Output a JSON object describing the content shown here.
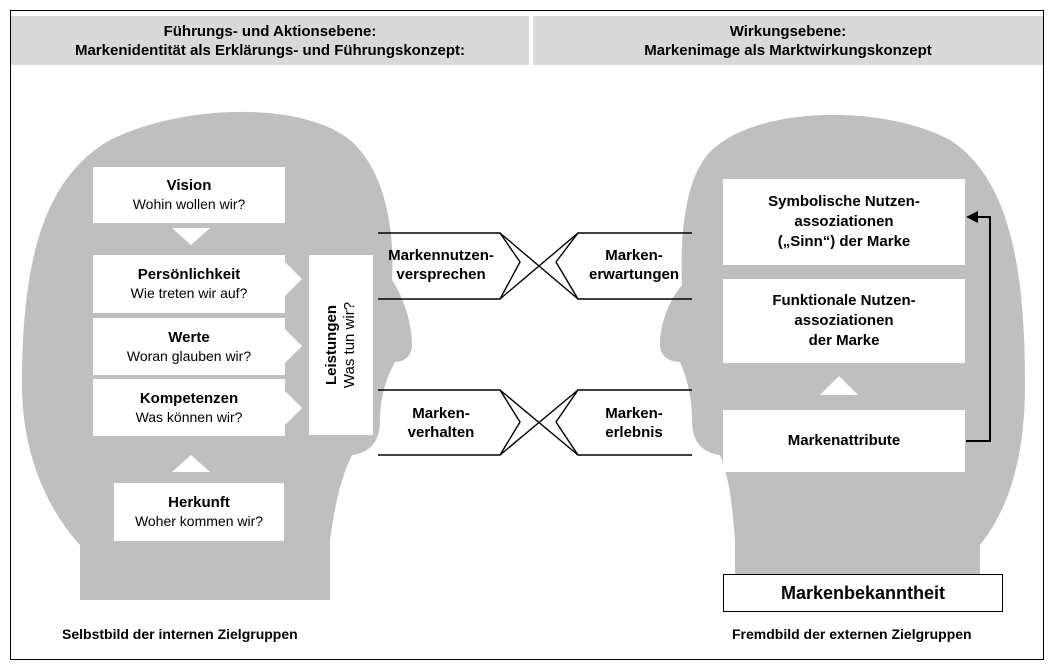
{
  "header": {
    "left_line1": "Führungs- und Aktionsebene:",
    "left_line2": "Markenidentität als Erklärungs- und Führungskonzept:",
    "right_line1": "Wirkungsebene:",
    "right_line2": "Markenimage als Marktwirkungskonzept"
  },
  "identity": {
    "vision": {
      "title": "Vision",
      "sub": "Wohin wollen wir?"
    },
    "persoenlichkeit": {
      "title": "Persönlichkeit",
      "sub": "Wie treten wir auf?"
    },
    "werte": {
      "title": "Werte",
      "sub": "Woran glauben wir?"
    },
    "kompetenzen": {
      "title": "Kompetenzen",
      "sub": "Was können wir?"
    },
    "herkunft": {
      "title": "Herkunft",
      "sub": "Woher kommen wir?"
    },
    "leistungen": {
      "title": "Leistungen",
      "sub": "Was tun wir?"
    }
  },
  "connections": {
    "top_left": {
      "line1": "Markennutzen-",
      "line2": "versprechen"
    },
    "top_right": {
      "line1": "Marken-",
      "line2": "erwartungen"
    },
    "bottom_left": {
      "line1": "Marken-",
      "line2": "verhalten"
    },
    "bottom_right": {
      "line1": "Marken-",
      "line2": "erlebnis"
    }
  },
  "image": {
    "symbolisch": {
      "line1": "Symbolische Nutzen-",
      "line2": "assoziationen",
      "line3": "(„Sinn“) der Marke"
    },
    "funktional": {
      "line1": "Funktionale Nutzen-",
      "line2": "assoziationen",
      "line3": "der Marke"
    },
    "attribute": "Markenattribute"
  },
  "bekanntheit": "Markenbekanntheit",
  "footer": {
    "left": "Selbstbild der internen Zielgruppen",
    "right": "Fremdbild der externen Zielgruppen"
  },
  "colors": {
    "head": "#bfbfbf",
    "header_band": "#d9d9d9"
  }
}
